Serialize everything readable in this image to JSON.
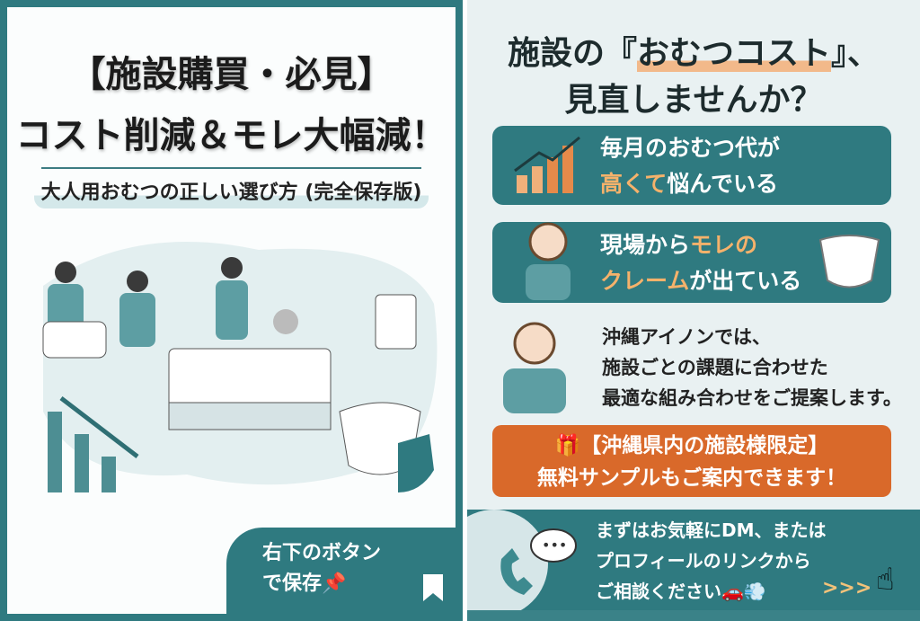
{
  "left_panel": {
    "title_line1": "【施設購買・必見】",
    "title_line2": "コスト削減＆モレ大幅減！",
    "subtitle": "大人用おむつの正しい選び方 (完全保存版)",
    "cta_line1": "右下のボタン",
    "cta_line2": "で保存📌",
    "icons": [
      "nurses-illustration",
      "bed-patient-illustration",
      "bar-chart-down-icon",
      "calculator-icon",
      "diaper-shield-icon",
      "bookmark-icon"
    ]
  },
  "right_panel": {
    "title_line1_pre": "施設の『",
    "title_line1_highlight": "おむつコスト",
    "title_line1_post": "』、",
    "title_line2": "見直しませんか？",
    "card1": {
      "line1": "毎月のおむつ代が",
      "line2_highlight": "高くて",
      "line2_rest": "悩んでいる"
    },
    "card2": {
      "line1_pre": "現場から",
      "line1_highlight": "モレの",
      "line2_highlight": "クレーム",
      "line2_rest": "が出ている"
    },
    "pitch": [
      "沖縄アイノンでは、",
      "施設ごとの課題に合わせた",
      "最適な組み合わせをご提案します。"
    ],
    "offer_line1": "🎁【沖縄県内の施設様限定】",
    "offer_line2": "無料サンプルもご案内できます！",
    "contact": [
      "まずはお気軽にDM、または",
      "プロフィールのリンクから",
      "ご相談ください🚗💨"
    ],
    "chevrons": ">>>",
    "colors": {
      "teal": "#2f7a80",
      "orange": "#d9692a",
      "highlight": "#f5b26b"
    }
  }
}
